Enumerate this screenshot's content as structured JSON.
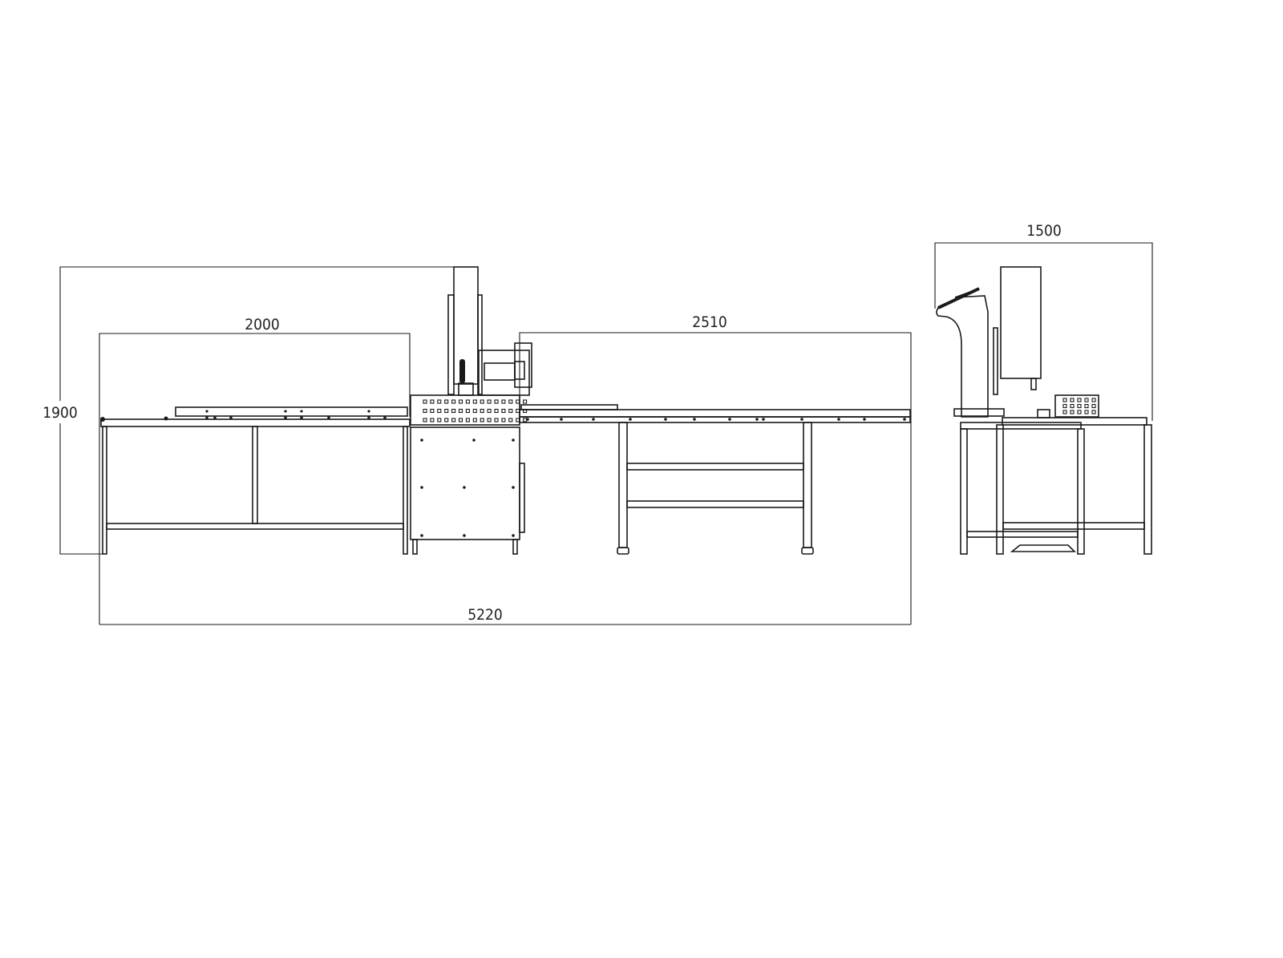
{
  "drawing": {
    "title": "Machine layout dimensions (mm)",
    "dimensions": {
      "infeed_table_length": "2000",
      "outfeed_conveyor_length": "2510",
      "overall_height": "1900",
      "overall_length": "5220",
      "side_view_depth": "1500"
    },
    "line_color": "#1a1a1a",
    "background": "#ffffff"
  }
}
